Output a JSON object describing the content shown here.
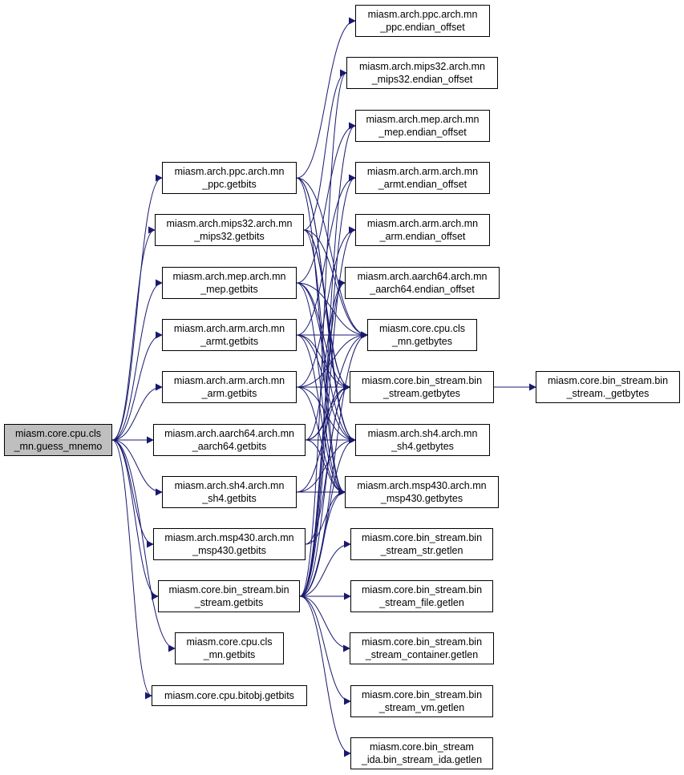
{
  "colors": {
    "edge": "#191970",
    "node_border": "#000000",
    "root_fill": "#bfbfbf",
    "node_fill": "#ffffff"
  },
  "nodes": {
    "root": {
      "line1": "miasm.core.cpu.cls",
      "line2": "_mn.guess_mnemo"
    },
    "ppc_getbits": {
      "line1": "miasm.arch.ppc.arch.mn",
      "line2": "_ppc.getbits"
    },
    "mips32_getbits": {
      "line1": "miasm.arch.mips32.arch.mn",
      "line2": "_mips32.getbits"
    },
    "mep_getbits": {
      "line1": "miasm.arch.mep.arch.mn",
      "line2": "_mep.getbits"
    },
    "armt_getbits": {
      "line1": "miasm.arch.arm.arch.mn",
      "line2": "_armt.getbits"
    },
    "arm_getbits": {
      "line1": "miasm.arch.arm.arch.mn",
      "line2": "_arm.getbits"
    },
    "aarch64_getbits": {
      "line1": "miasm.arch.aarch64.arch.mn",
      "line2": "_aarch64.getbits"
    },
    "sh4_getbits": {
      "line1": "miasm.arch.sh4.arch.mn",
      "line2": "_sh4.getbits"
    },
    "msp430_getbits": {
      "line1": "miasm.arch.msp430.arch.mn",
      "line2": "_msp430.getbits"
    },
    "bs_getbits": {
      "line1": "miasm.core.bin_stream.bin",
      "line2": "_stream.getbits"
    },
    "cls_mn_getbits": {
      "line1": "miasm.core.cpu.cls",
      "line2": "_mn.getbits"
    },
    "bitobj_getbits": {
      "line1": "miasm.core.cpu.bitobj.getbits",
      "line2": ""
    },
    "ppc_endian": {
      "line1": "miasm.arch.ppc.arch.mn",
      "line2": "_ppc.endian_offset"
    },
    "mips32_endian": {
      "line1": "miasm.arch.mips32.arch.mn",
      "line2": "_mips32.endian_offset"
    },
    "mep_endian": {
      "line1": "miasm.arch.mep.arch.mn",
      "line2": "_mep.endian_offset"
    },
    "armt_endian": {
      "line1": "miasm.arch.arm.arch.mn",
      "line2": "_armt.endian_offset"
    },
    "arm_endian": {
      "line1": "miasm.arch.arm.arch.mn",
      "line2": "_arm.endian_offset"
    },
    "aarch64_endian": {
      "line1": "miasm.arch.aarch64.arch.mn",
      "line2": "_aarch64.endian_offset"
    },
    "cls_mn_getbytes": {
      "line1": "miasm.core.cpu.cls",
      "line2": "_mn.getbytes"
    },
    "bs_getbytes": {
      "line1": "miasm.core.bin_stream.bin",
      "line2": "_stream.getbytes"
    },
    "sh4_getbytes": {
      "line1": "miasm.arch.sh4.arch.mn",
      "line2": "_sh4.getbytes"
    },
    "msp430_getbytes": {
      "line1": "miasm.arch.msp430.arch.mn",
      "line2": "_msp430.getbytes"
    },
    "bs_str_getlen": {
      "line1": "miasm.core.bin_stream.bin",
      "line2": "_stream_str.getlen"
    },
    "bs_file_getlen": {
      "line1": "miasm.core.bin_stream.bin",
      "line2": "_stream_file.getlen"
    },
    "bs_cont_getlen": {
      "line1": "miasm.core.bin_stream.bin",
      "line2": "_stream_container.getlen"
    },
    "bs_vm_getlen": {
      "line1": "miasm.core.bin_stream.bin",
      "line2": "_stream_vm.getlen"
    },
    "bs_ida_getlen": {
      "line1": "miasm.core.bin_stream",
      "line2": "_ida.bin_stream_ida.getlen"
    },
    "bs__getbytes": {
      "line1": "miasm.core.bin_stream.bin",
      "line2": "_stream._getbytes"
    }
  }
}
